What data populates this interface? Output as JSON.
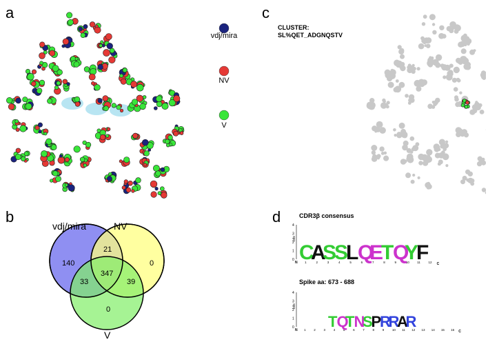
{
  "panels": {
    "a": {
      "letter": "a",
      "legend": [
        {
          "label": "vdj/mira",
          "color": "#1a237e"
        },
        {
          "label": "NV",
          "color": "#e53935"
        },
        {
          "label": "V",
          "color": "#39e639"
        }
      ]
    },
    "b": {
      "letter": "b",
      "sets": {
        "vdj_mira": "vdj/mira",
        "nv": "NV",
        "v": "V"
      },
      "counts": {
        "vdj_mira_only": "140",
        "vdj_mira_nv": "21",
        "nv_only": "0",
        "vdj_mira_v": "33",
        "all_three": "347",
        "nv_v": "39",
        "v_only": "0"
      },
      "colors": {
        "vdj_mira": "#7b7bf0",
        "nv": "#ffff80",
        "v": "#80ee66"
      }
    },
    "c": {
      "letter": "c",
      "cluster_prefix": "CLUSTER:",
      "cluster_name": "SL%QET_ADGNQSTV"
    },
    "d": {
      "letter": "d",
      "logo1": {
        "title": "CDR3β consensus",
        "axis_label": "bits",
        "y_ticks": [
          "0",
          "1",
          "2",
          "3",
          "4"
        ],
        "positions": [
          "1",
          "2",
          "3",
          "4",
          "5",
          "6",
          "7",
          "8",
          "9",
          "10",
          "11",
          "12"
        ],
        "letters": [
          {
            "char": "C",
            "color": "#33cc33"
          },
          {
            "char": "A",
            "color": "#111111"
          },
          {
            "char": "S",
            "color": "#33cc33"
          },
          {
            "char": "S",
            "color": "#33cc33"
          },
          {
            "char": "L",
            "color": "#111111"
          },
          {
            "char": "Q",
            "color": "#cc33cc"
          },
          {
            "char": "E",
            "color": "#cc33cc"
          },
          {
            "char": "T",
            "color": "#33cc33"
          },
          {
            "char": "Q",
            "color": "#cc33cc"
          },
          {
            "char": "Y",
            "color": "#33cc33"
          },
          {
            "char": "F",
            "color": "#111111"
          }
        ]
      },
      "logo2": {
        "title": "Spike aa: 673 - 688",
        "axis_label": "bits",
        "y_ticks": [
          "0",
          "1",
          "2",
          "3",
          "4"
        ],
        "positions": [
          "1",
          "2",
          "3",
          "4",
          "5",
          "6",
          "7",
          "8",
          "9",
          "10",
          "11",
          "12",
          "13",
          "14",
          "15",
          "16"
        ],
        "letters": [
          {
            "char": "T",
            "color": "#33cc33"
          },
          {
            "char": "Q",
            "color": "#cc33cc"
          },
          {
            "char": "T",
            "color": "#33cc33"
          },
          {
            "char": "N",
            "color": "#cc33cc"
          },
          {
            "char": "S",
            "color": "#33cc33"
          },
          {
            "char": "P",
            "color": "#111111"
          },
          {
            "char": "R",
            "color": "#3344dd"
          },
          {
            "char": "R",
            "color": "#3344dd"
          },
          {
            "char": "A",
            "color": "#111111"
          },
          {
            "char": "R",
            "color": "#3344dd"
          }
        ]
      }
    }
  }
}
